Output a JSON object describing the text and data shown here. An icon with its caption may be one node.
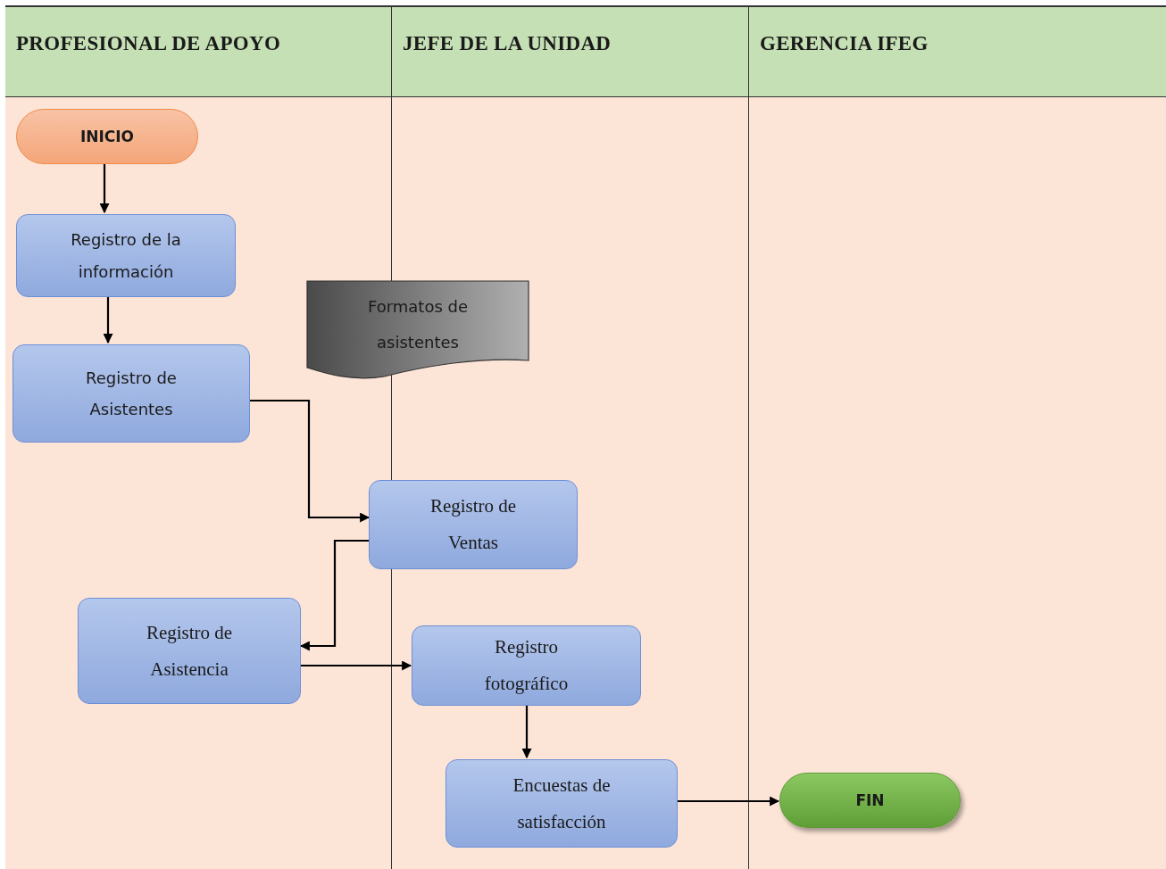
{
  "diagram": {
    "nodes": [
      {
        "text": [
          "PROFESIONAL DE APOYO"
        ]
      },
      {
        "text": [
          "JEFE DE LA UNIDAD"
        ]
      },
      {
        "text": [
          "GERENCIA IFEG"
        ]
      },
      {
        "text": [
          "INICIO"
        ],
        "in": 0
      },
      {
        "text": [
          "Registro de la información"
        ],
        "in": 0
      },
      {
        "text": [
          "Registro de Asistentes"
        ],
        "in": 0
      },
      {
        "text": [
          "Formatos de asistentes"
        ]
      },
      {
        "text": [
          "Registro de Ventas"
        ]
      },
      {
        "text": [
          "Registro de Asistencia"
        ],
        "in": 0
      },
      {
        "text": [
          "Registro fotográfico"
        ],
        "in": 1
      },
      {
        "text": [
          "Encuestas de satisfacción"
        ],
        "in": 1
      },
      {
        "text": [
          "FIN"
        ],
        "in": 2
      }
    ],
    "edges": [
      {
        "from": 3,
        "to": 4,
        "arrow": "to"
      },
      {
        "from": 4,
        "to": 5,
        "arrow": "to"
      },
      {
        "from": 5,
        "to": 7,
        "arrow": "to"
      },
      {
        "from": 7,
        "to": 8,
        "arrow": "to"
      },
      {
        "from": 8,
        "to": 9,
        "arrow": "to"
      },
      {
        "from": 9,
        "to": 10,
        "arrow": "to"
      },
      {
        "from": 10,
        "to": 11,
        "arrow": "to"
      }
    ]
  }
}
